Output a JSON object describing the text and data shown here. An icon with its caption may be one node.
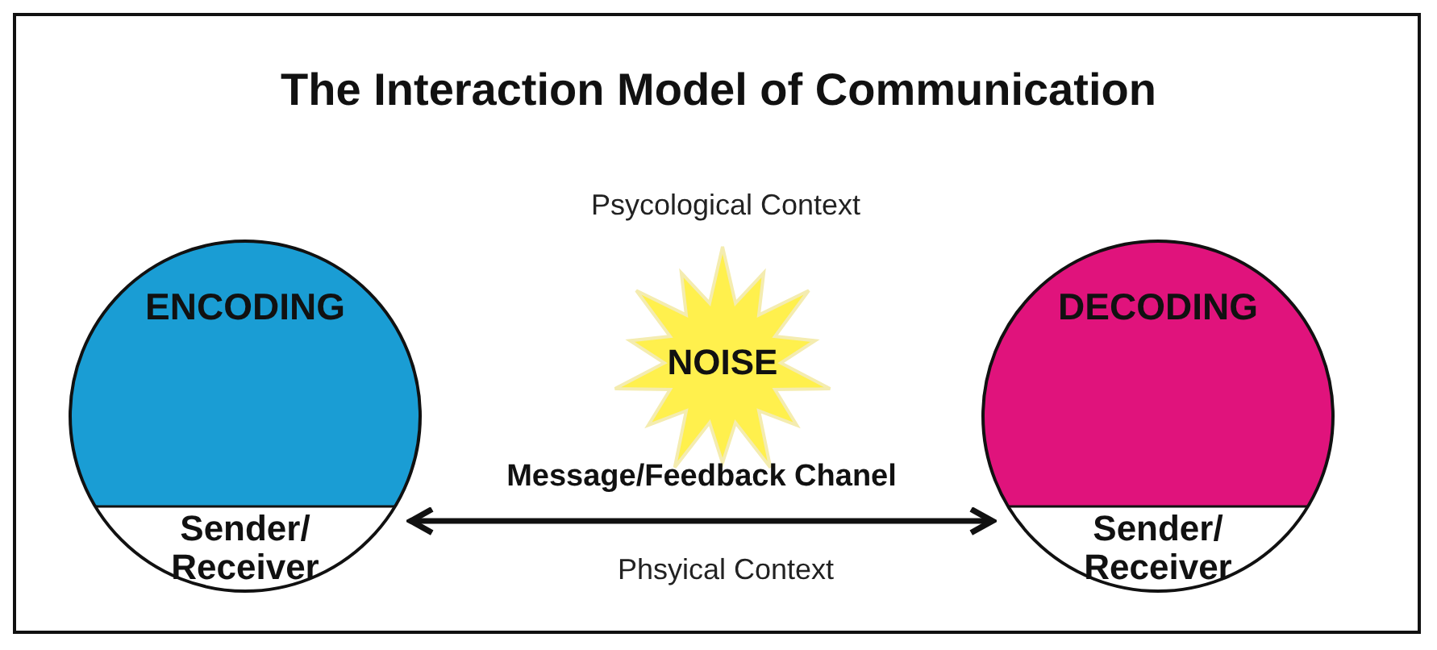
{
  "diagram": {
    "title": "The Interaction Model of Communication",
    "nodes": [
      {
        "text": [
          "ENCODING",
          "Sender/ Receiver"
        ]
      },
      {
        "text": [
          "DECODING",
          "Sender/ Receiver"
        ]
      },
      {
        "text": [
          "NOISE"
        ]
      }
    ],
    "edges": [
      {
        "from": 0,
        "to": 1,
        "arrow": "both",
        "label": "Message/Feedback Chanel"
      }
    ],
    "labels": [
      "Psycological Context",
      "Phsyical Context"
    ]
  }
}
